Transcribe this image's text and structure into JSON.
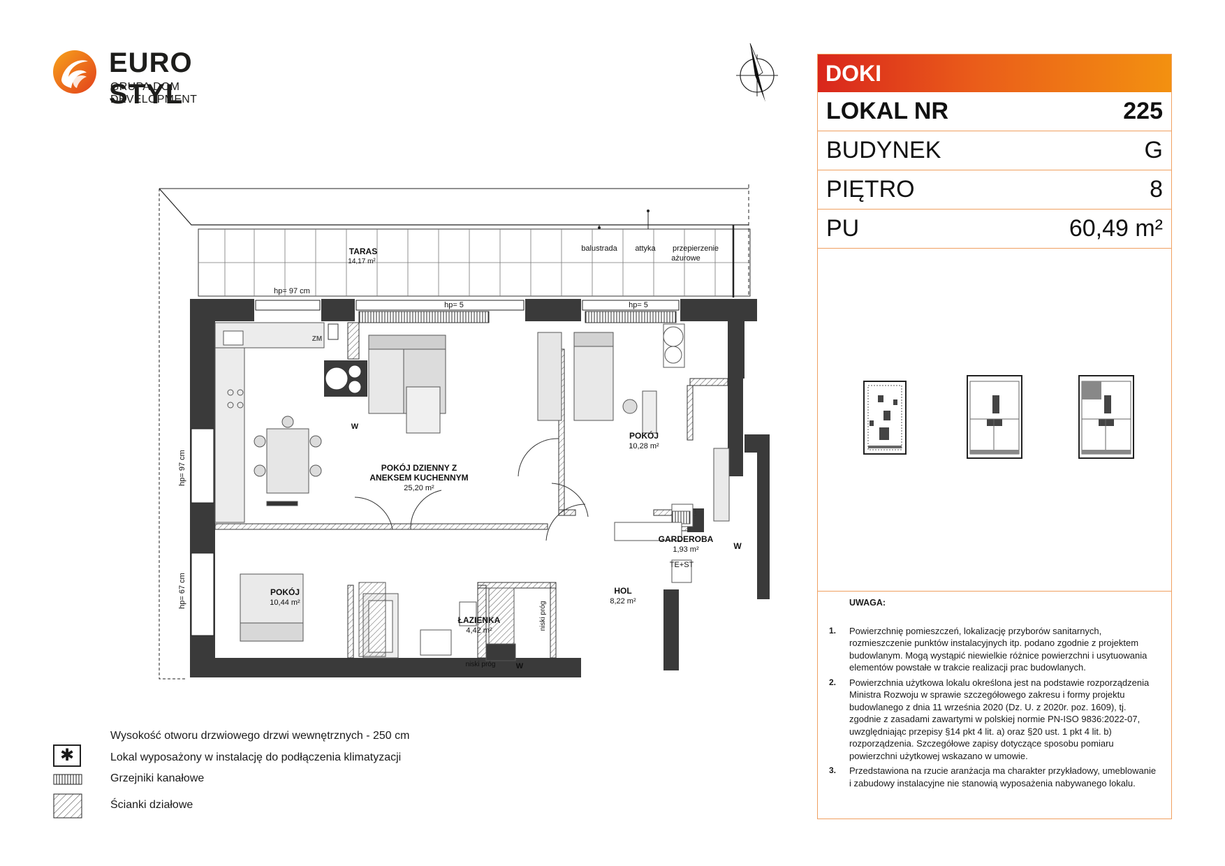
{
  "brand": {
    "name": "EURO STYL",
    "subtitle": "GRUPA DOM DEVELOPMENT",
    "colors": {
      "orange": "#f39110",
      "red": "#d9261c",
      "dark": "#1d1d1b"
    }
  },
  "info_panel": {
    "project": "DOKI",
    "rows": [
      {
        "label": "LOKAL NR",
        "value": "225"
      },
      {
        "label": "BUDYNEK",
        "value": "G"
      },
      {
        "label": "PIĘTRO",
        "value": "8"
      },
      {
        "label": "PU",
        "value": "60,49 m²"
      }
    ]
  },
  "plan": {
    "rooms": [
      {
        "name": "TARAS",
        "area": "14,17 m²"
      },
      {
        "name_line1": "POKÓJ DZIENNY Z",
        "name_line2": "ANEKSEM KUCHENNYM",
        "area": "25,20 m²"
      },
      {
        "name": "POKÓJ",
        "area": "10,28 m²"
      },
      {
        "name": "POKÓJ",
        "area": "10,44 m²"
      },
      {
        "name": "GARDEROBA",
        "area": "1,93 m²"
      },
      {
        "name": "ŁAZIENKA",
        "area": "4,42 m²"
      },
      {
        "name": "HOL",
        "area": "8,22 m²"
      }
    ],
    "labels": {
      "balustrada": "balustrada",
      "attyka": "attyka",
      "przepierzenie1": "przepierzenie",
      "przepierzenie2": "ażurowe",
      "hp97top": "hp= 97 cm",
      "hp5a": "hp= 5",
      "hp5b": "hp= 5",
      "hp97side": "hp= 97 cm",
      "hp67side": "hp= 67 cm",
      "zm": "ZM",
      "w1": "W",
      "w2": "W",
      "w3": "W",
      "test": "TE+ST",
      "niski1": "niski próg",
      "niski2": "niski próg"
    }
  },
  "notes": {
    "title": "UWAGA:",
    "items": [
      {
        "num": "1.",
        "text": "Powierzchnię pomieszczeń, lokalizację przyborów sanitarnych, rozmieszczenie punktów instalacyjnych itp. podano zgodnie z projektem budowlanym. Mogą wystąpić niewielkie różnice powierzchni i usytuowania elementów powstałe w trakcie realizacji prac budowlanych."
      },
      {
        "num": "2.",
        "text": "Powierzchnia użytkowa lokalu określona jest na podstawie rozporządzenia Ministra Rozwoju w sprawie szczegółowego zakresu i formy projektu budowlanego z dnia 11 września 2020 (Dz. U. z 2020r. poz. 1609), tj. zgodnie z zasadami zawartymi w polskiej normie PN-ISO 9836:2022-07, uwzględniając przepisy §14 pkt 4 lit. a) oraz §20 ust. 1 pkt 4 lit. b) rozporządzenia. Szczegółowe zapisy dotyczące sposobu pomiaru powierzchni użytkowej wskazano w umowie."
      },
      {
        "num": "3.",
        "text": "Przedstawiona na rzucie aranżacja ma charakter przykładowy, umeblowanie i zabudowy instalacyjne nie stanowią wyposażenia nabywanego lokalu."
      }
    ]
  },
  "legend": {
    "door_height": "Wysokość otworu drzwiowego drzwi wewnętrznych - 250 cm",
    "ac": "Lokal wyposażony w instalację do podłączenia klimatyzacji",
    "ac_symbol": "✱",
    "radiators": "Grzejniki kanałowe",
    "walls": "Ścianki działowe"
  }
}
